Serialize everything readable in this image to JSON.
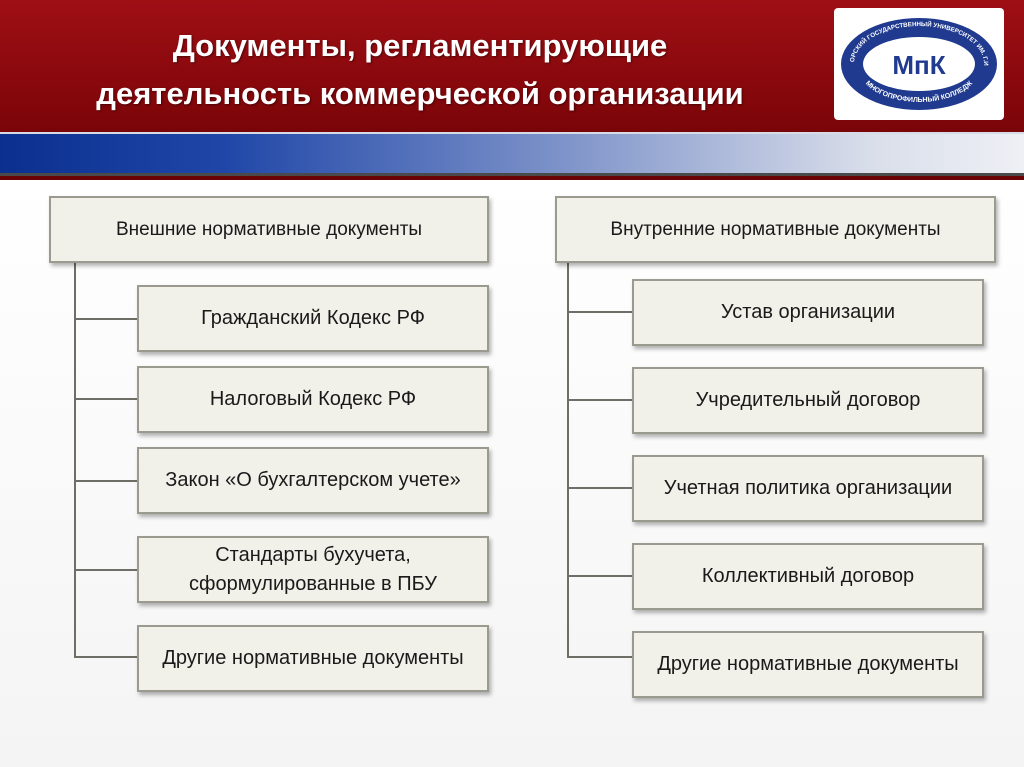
{
  "header": {
    "title_line1": "Документы, регламентирующие",
    "title_line2": "деятельность коммерческой организации",
    "logo": {
      "top_text": "МАГНИТОГОРСКИЙ ГОСУДАРСТВЕННЫЙ УНИВЕРСИТЕТ ИМ. Г.И. НОСОВА",
      "abbr": "МпК",
      "bottom_text": "МНОГОПРОФИЛЬНЫЙ КОЛЛЕДЖ",
      "color": "#1f3a8f"
    }
  },
  "external": {
    "heading": "Внешние нормативные документы",
    "items": [
      "Гражданский Кодекс РФ",
      "Налоговый Кодекс РФ",
      "Закон «О бухгалтерском учете»",
      "Стандарты бухучета, сформулированные в ПБУ",
      "Другие нормативные документы"
    ]
  },
  "internal": {
    "heading": "Внутренние нормативные документы",
    "items": [
      "Устав организации",
      "Учредительный договор",
      "Учетная политика организации",
      "Коллективный договор",
      "Другие нормативные документы"
    ]
  },
  "colors": {
    "header_red": "#8b0a0e",
    "stripe_blue": "#0a2f8f",
    "box_fill": "#f1f0e9",
    "box_border": "#9b9a8f",
    "connector": "#6e6e66"
  }
}
